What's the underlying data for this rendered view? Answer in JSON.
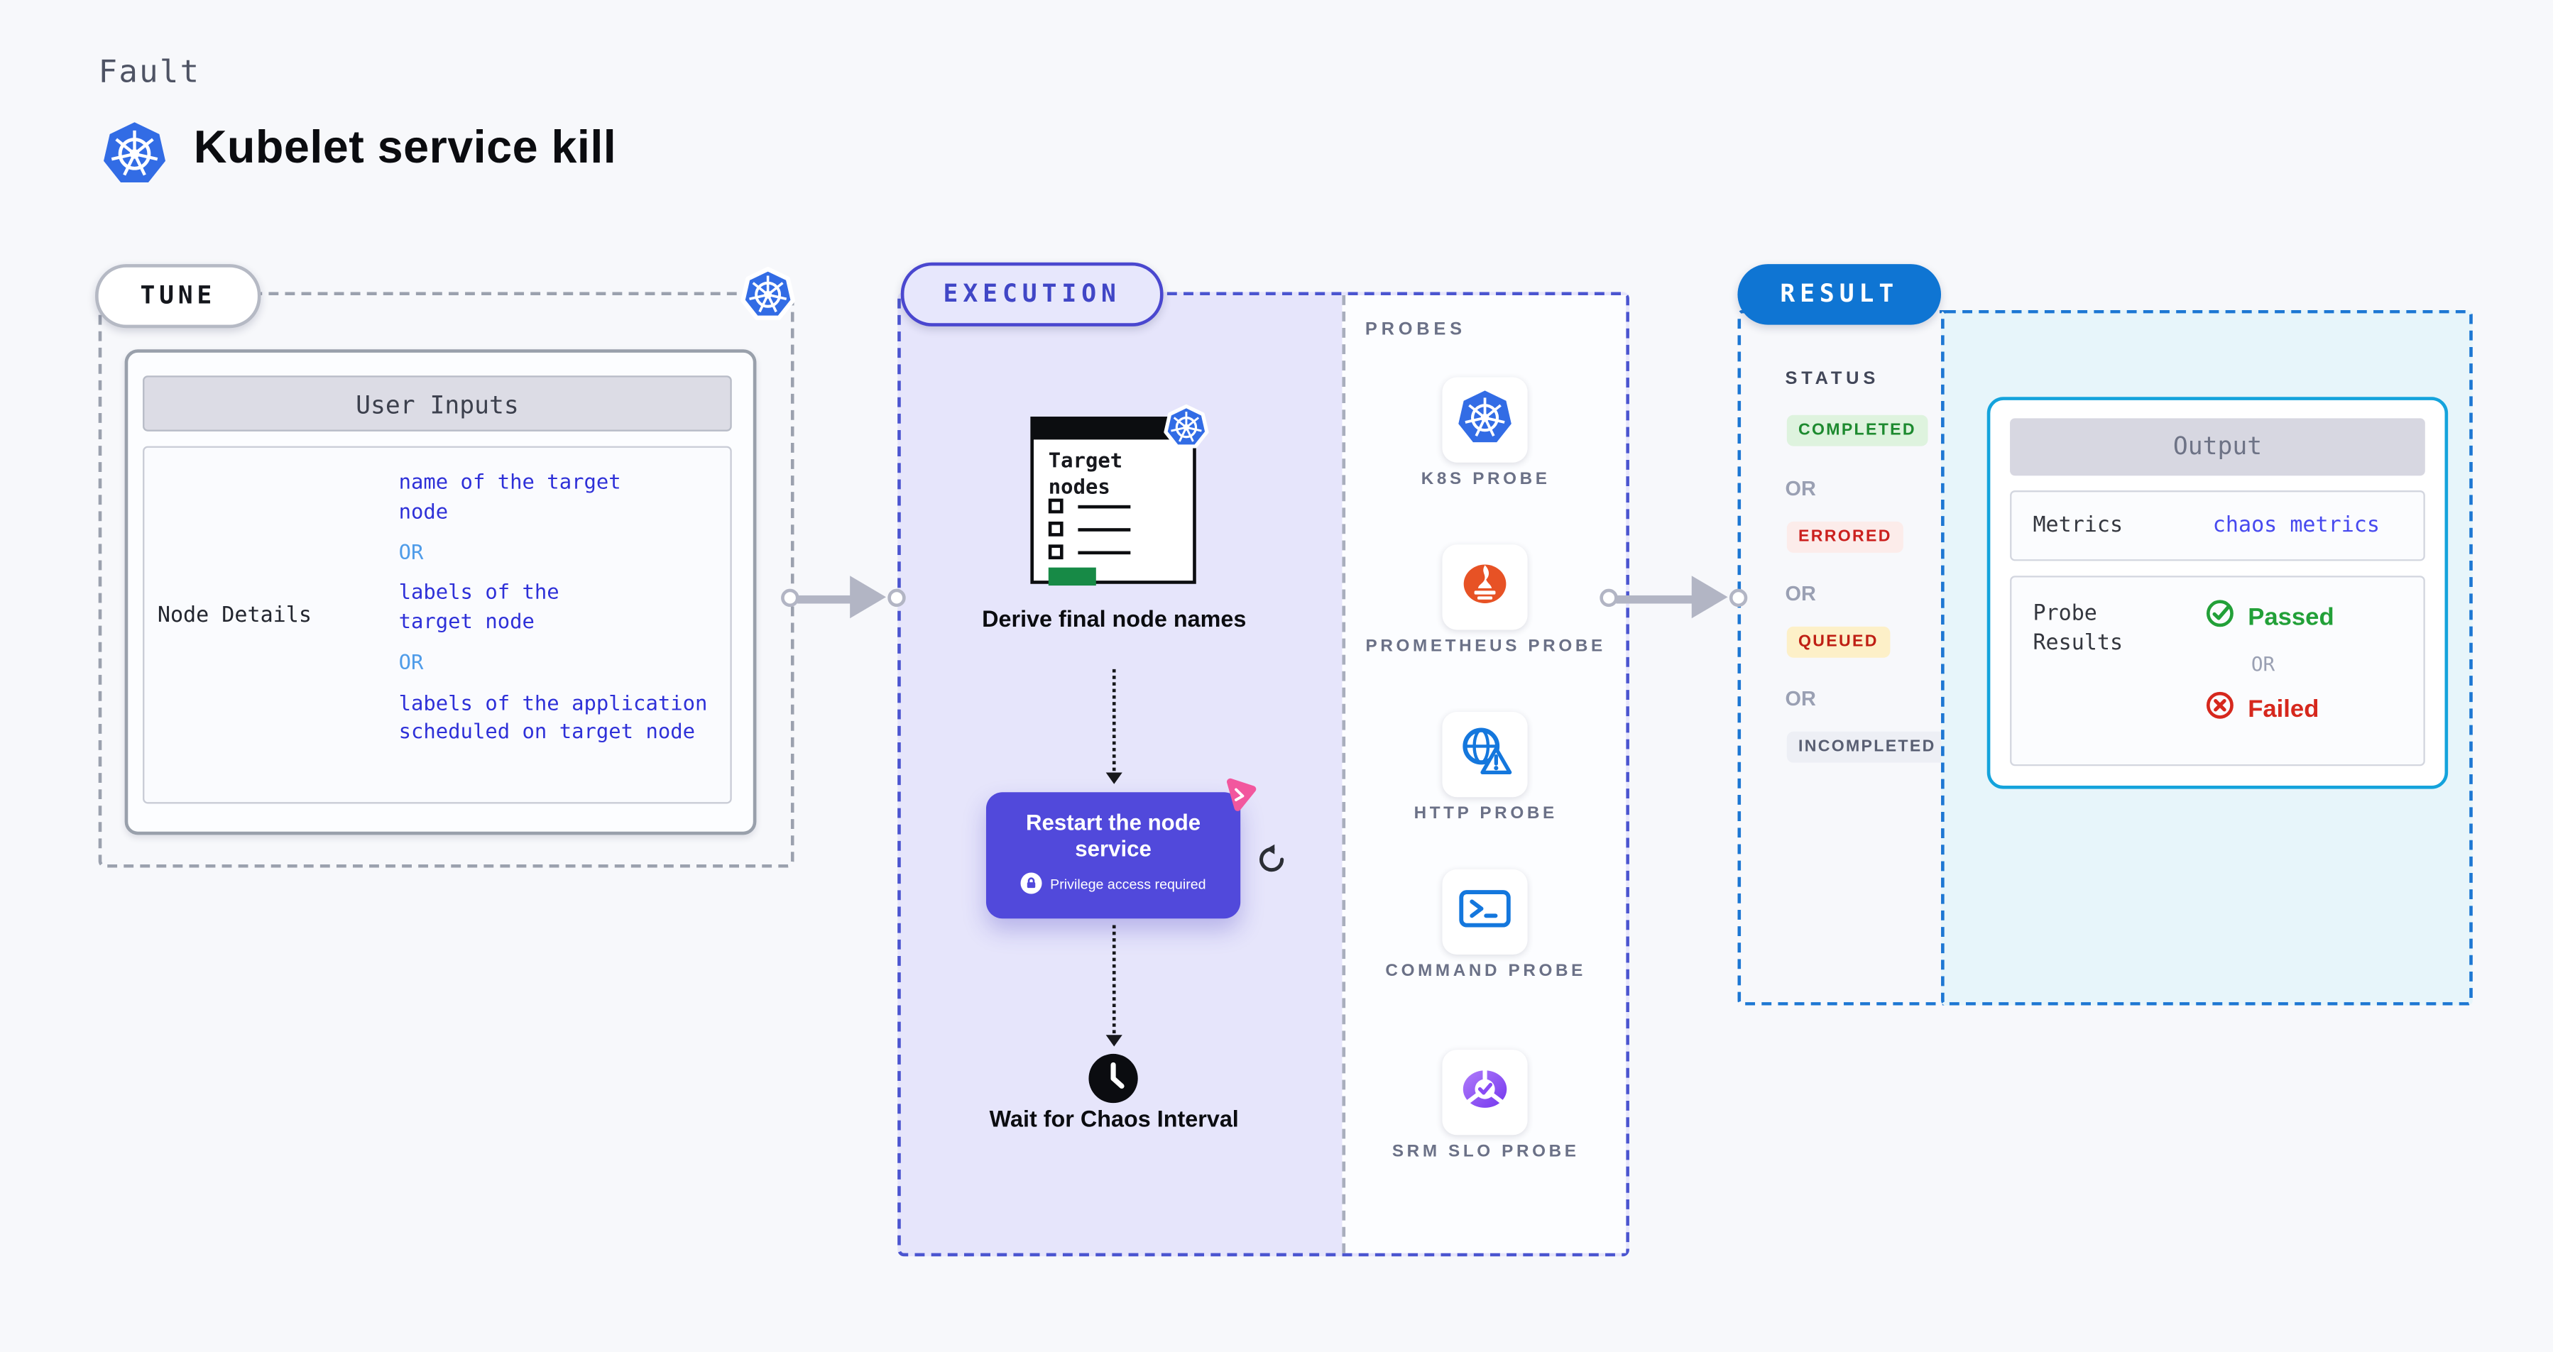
{
  "page": {
    "kind_label": "Fault",
    "title": "Kubelet service kill"
  },
  "colors": {
    "page_bg": "#f7f8fb",
    "execution_accent": "#4a47cf",
    "execution_bg": "#e6e5fb",
    "result_accent": "#0f75d3",
    "output_border": "#14a3dc",
    "output_bg": "#e7f5fa",
    "input_blue_text": "#2e30d8",
    "or_blue_text": "#4f9ce9",
    "restart_card_purple": "#5149db",
    "pink_badge": "#f2579e",
    "success_green": "#1d8a2f",
    "error_red": "#cb201e",
    "queued_red_on_yellow": "#bf1f14",
    "arrow_gray": "#b2b5c4",
    "kubernetes_blue": "#326ce5",
    "prometheus_orange": "#e75225"
  },
  "tune": {
    "label": "TUNE",
    "user_inputs_header": "User Inputs",
    "row_key": "Node Details",
    "or_label": "OR",
    "values": [
      "name of the target node",
      "labels of the target node",
      "labels of the application scheduled on target node"
    ]
  },
  "execution": {
    "label": "EXECUTION",
    "target_doc_title": "Target nodes",
    "derive_label": "Derive final node names",
    "restart_title": "Restart the node service",
    "restart_badge": "Privilege access required",
    "wait_label": "Wait for Chaos Interval"
  },
  "probes": {
    "title": "PROBES",
    "items": [
      {
        "label": "K8S PROBE",
        "icon": "kubernetes-icon"
      },
      {
        "label": "PROMETHEUS PROBE",
        "icon": "prometheus-icon"
      },
      {
        "label": "HTTP PROBE",
        "icon": "http-globe-warning-icon"
      },
      {
        "label": "COMMAND PROBE",
        "icon": "terminal-icon"
      },
      {
        "label": "SRM SLO PROBE",
        "icon": "slo-donut-check-icon"
      }
    ]
  },
  "result": {
    "label": "RESULT",
    "status_title": "STATUS",
    "or_label": "OR",
    "statuses": [
      {
        "text": "COMPLETED",
        "color": "#1d8a2f",
        "bg": "#def3de"
      },
      {
        "text": "ERRORED",
        "color": "#cb201e",
        "bg": "#fcecea"
      },
      {
        "text": "QUEUED",
        "color": "#bf1f14",
        "bg": "#fdf0c8"
      },
      {
        "text": "INCOMPLETED",
        "color": "#585e72",
        "bg": "#edeff5"
      }
    ],
    "output": {
      "header": "Output",
      "metrics_label": "Metrics",
      "metrics_value": "chaos metrics",
      "probe_results_label": "Probe Results",
      "passed_label": "Passed",
      "or_label": "OR",
      "failed_label": "Failed"
    }
  }
}
